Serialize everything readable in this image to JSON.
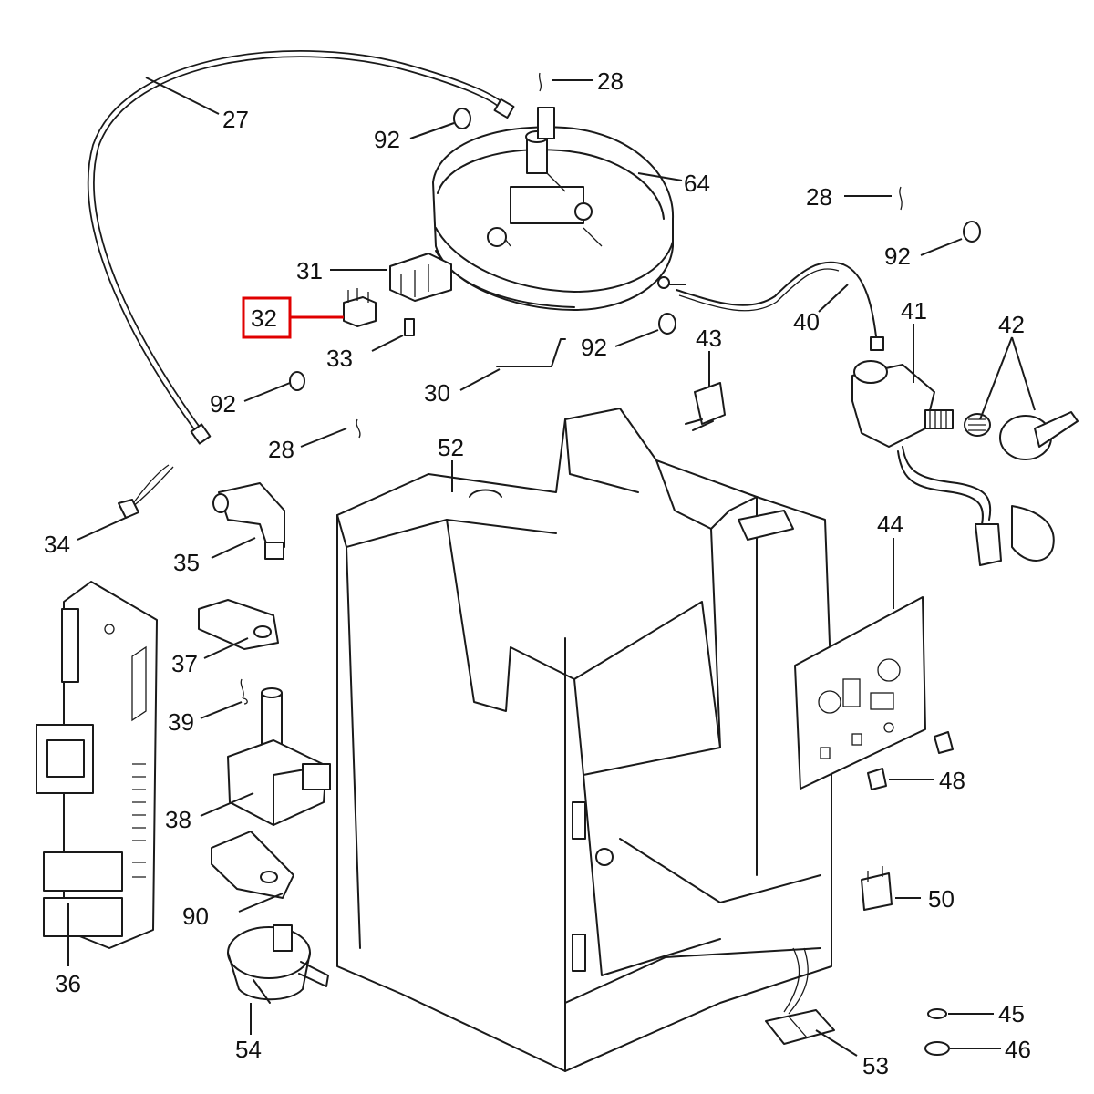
{
  "diagram": {
    "highlight_color": "#e00000",
    "line_color": "#1a1a1a",
    "callouts": {
      "c27": "27",
      "c28a": "28",
      "c92a": "92",
      "c64": "64",
      "c28b": "28",
      "c92b": "92",
      "c31": "31",
      "c32": "32",
      "c33": "33",
      "c92c": "92",
      "c40": "40",
      "c41": "41",
      "c42": "42",
      "c43": "43",
      "c92d": "92",
      "c30": "30",
      "c28c": "28",
      "c52": "52",
      "c34": "34",
      "c35": "35",
      "c44": "44",
      "c37": "37",
      "c39": "39",
      "c38": "38",
      "c48": "48",
      "c36": "36",
      "c90": "90",
      "c50": "50",
      "c54": "54",
      "c53": "53",
      "c45": "45",
      "c46": "46"
    },
    "highlighted_part": "32"
  }
}
